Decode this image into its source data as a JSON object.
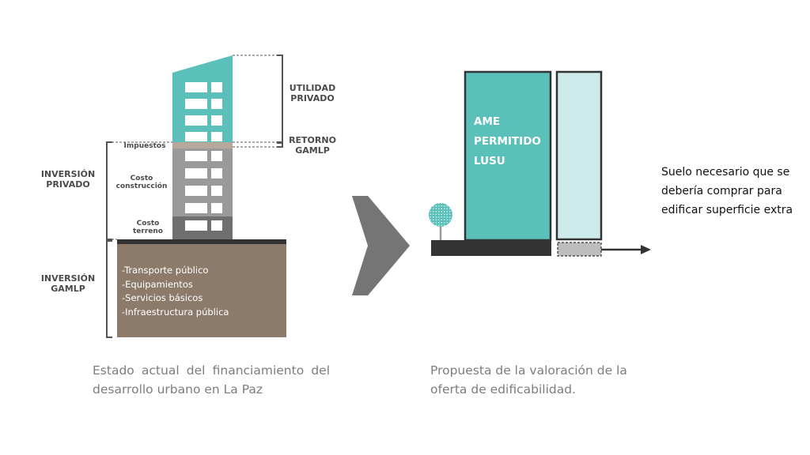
{
  "left_diagram": {
    "label_utilidad_privado": "UTILIDAD\nPRIVADO",
    "label_retorno_gamlp": "RETORNO\nGAMLP",
    "label_impuestos": "Impuestos",
    "label_costo_construccion": "Costo\nconstrucción",
    "label_costo_terreno": "Costo\nterreno",
    "label_inversion_privado": "INVERSIÓN\nPRIVADO",
    "label_inversion_gamlp": "INVERSIÓN\nGAMLP",
    "ground_items": [
      "-Transporte público",
      "-Equipamientos",
      "-Servicios básicos",
      "-Infraestructura pública"
    ],
    "caption": "Estado actual del financiamiento del desarrollo urbano en La Paz"
  },
  "right_diagram": {
    "building_label": "AME\nPERMITIDO\nLUSU",
    "annotation": "Suelo necesario que se debería comprar para edificar superficie extra",
    "caption": "Propuesta de la valoración de la oferta de edificabilidad."
  },
  "colors": {
    "teal": "#5bbfba",
    "teal_light": "#cdebea",
    "gray_building": "#9a9a9a",
    "gray_dark": "#6f6f6f",
    "earth": "#8c7b6b",
    "tax_band": "#b6a89a",
    "ground_slab": "#333333",
    "arrow": "#757575",
    "text": "#4a4a4a"
  }
}
